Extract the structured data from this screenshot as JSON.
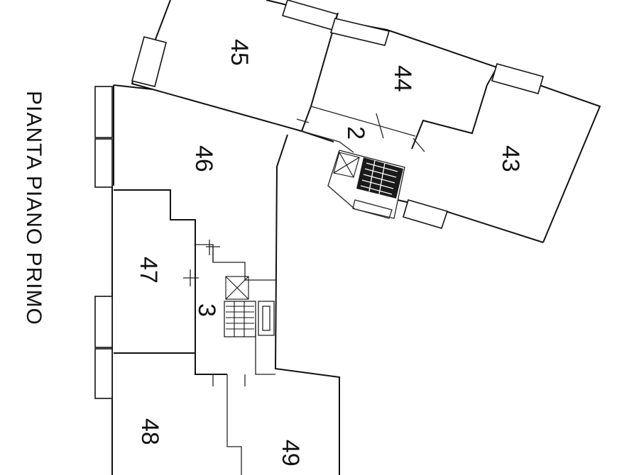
{
  "title": "PIANTA PIANO PRIMO",
  "rooms": {
    "r43": "43",
    "r44": "44",
    "r45": "45",
    "r46": "46",
    "r47": "47",
    "r48": "48",
    "r49": "49",
    "corridor_2": "2",
    "corridor_3": "3"
  }
}
